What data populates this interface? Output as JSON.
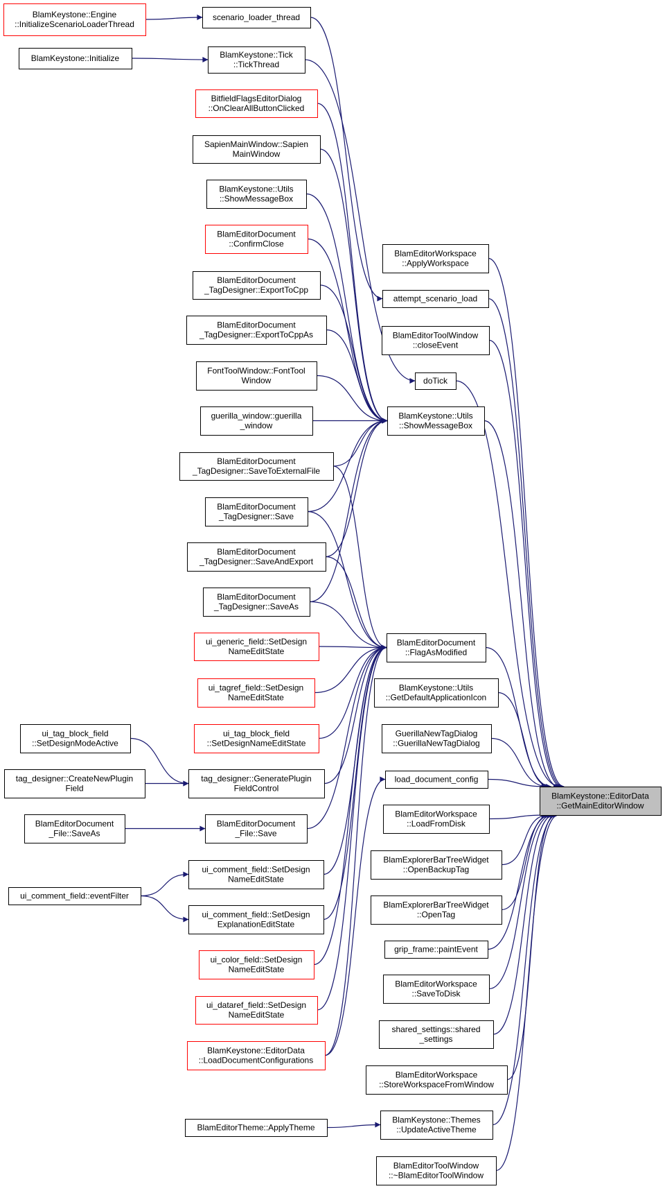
{
  "graph": {
    "focus": "GetMainEditorWindow",
    "colors": {
      "edge": "#191970",
      "normal_border": "#000000",
      "truncated_border": "#ff0000",
      "focus_fill": "#bfbfbf"
    },
    "nodes": [
      {
        "id": "InitializeScenarioLoaderThread",
        "lines": [
          "BlamKeystone::Engine",
          "::InitializeScenarioLoaderThread"
        ],
        "style": "red"
      },
      {
        "id": "scenario_loader_thread",
        "lines": [
          "scenario_loader_thread"
        ],
        "style": "normal"
      },
      {
        "id": "Initialize",
        "lines": [
          "BlamKeystone::Initialize"
        ],
        "style": "normal"
      },
      {
        "id": "TickThread",
        "lines": [
          "BlamKeystone::Tick",
          "::TickThread"
        ],
        "style": "normal"
      },
      {
        "id": "OnClearAllButtonClicked",
        "lines": [
          "BitfieldFlagsEditorDialog",
          "::OnClearAllButtonClicked"
        ],
        "style": "red"
      },
      {
        "id": "SapienMainWindow",
        "lines": [
          "SapienMainWindow::Sapien",
          "MainWindow"
        ],
        "style": "normal"
      },
      {
        "id": "ShowMessageBox_L",
        "lines": [
          "BlamKeystone::Utils",
          "::ShowMessageBox"
        ],
        "style": "normal"
      },
      {
        "id": "ConfirmClose",
        "lines": [
          "BlamEditorDocument",
          "::ConfirmClose"
        ],
        "style": "red"
      },
      {
        "id": "ExportToCpp",
        "lines": [
          "BlamEditorDocument",
          "_TagDesigner::ExportToCpp"
        ],
        "style": "normal"
      },
      {
        "id": "ExportToCppAs",
        "lines": [
          "BlamEditorDocument",
          "_TagDesigner::ExportToCppAs"
        ],
        "style": "normal"
      },
      {
        "id": "FontToolWindow",
        "lines": [
          "FontToolWindow::FontTool",
          "Window"
        ],
        "style": "normal"
      },
      {
        "id": "guerilla_window",
        "lines": [
          "guerilla_window::guerilla",
          "_window"
        ],
        "style": "normal"
      },
      {
        "id": "SaveToExternalFile",
        "lines": [
          "BlamEditorDocument",
          "_TagDesigner::SaveToExternalFile"
        ],
        "style": "normal"
      },
      {
        "id": "TD_Save",
        "lines": [
          "BlamEditorDocument",
          "_TagDesigner::Save"
        ],
        "style": "normal"
      },
      {
        "id": "SaveAndExport",
        "lines": [
          "BlamEditorDocument",
          "_TagDesigner::SaveAndExport"
        ],
        "style": "normal"
      },
      {
        "id": "TD_SaveAs",
        "lines": [
          "BlamEditorDocument",
          "_TagDesigner::SaveAs"
        ],
        "style": "normal"
      },
      {
        "id": "generic_SetDesignName",
        "lines": [
          "ui_generic_field::SetDesign",
          "NameEditState"
        ],
        "style": "red"
      },
      {
        "id": "tagref_SetDesignName",
        "lines": [
          "ui_tagref_field::SetDesign",
          "NameEditState"
        ],
        "style": "red"
      },
      {
        "id": "tagblock_SetDesignName",
        "lines": [
          "ui_tag_block_field",
          "::SetDesignNameEditState"
        ],
        "style": "red"
      },
      {
        "id": "SetDesignModeActive",
        "lines": [
          "ui_tag_block_field",
          "::SetDesignModeActive"
        ],
        "style": "normal"
      },
      {
        "id": "CreateNewPluginField",
        "lines": [
          "tag_designer::CreateNewPlugin",
          "Field"
        ],
        "style": "normal"
      },
      {
        "id": "GeneratePluginFieldControl",
        "lines": [
          "tag_designer::GeneratePlugin",
          "FieldControl"
        ],
        "style": "normal"
      },
      {
        "id": "File_SaveAs",
        "lines": [
          "BlamEditorDocument",
          "_File::SaveAs"
        ],
        "style": "normal"
      },
      {
        "id": "File_Save",
        "lines": [
          "BlamEditorDocument",
          "_File::Save"
        ],
        "style": "normal"
      },
      {
        "id": "eventFilter",
        "lines": [
          "ui_comment_field::eventFilter"
        ],
        "style": "normal"
      },
      {
        "id": "comment_SetDesignName",
        "lines": [
          "ui_comment_field::SetDesign",
          "NameEditState"
        ],
        "style": "normal"
      },
      {
        "id": "comment_SetDesignExpl",
        "lines": [
          "ui_comment_field::SetDesign",
          "ExplanationEditState"
        ],
        "style": "normal"
      },
      {
        "id": "color_SetDesignName",
        "lines": [
          "ui_color_field::SetDesign",
          "NameEditState"
        ],
        "style": "red"
      },
      {
        "id": "dataref_SetDesignName",
        "lines": [
          "ui_dataref_field::SetDesign",
          "NameEditState"
        ],
        "style": "red"
      },
      {
        "id": "LoadDocumentConfigurations",
        "lines": [
          "BlamKeystone::EditorData",
          "::LoadDocumentConfigurations"
        ],
        "style": "red"
      },
      {
        "id": "ApplyTheme",
        "lines": [
          "BlamEditorTheme::ApplyTheme"
        ],
        "style": "normal"
      },
      {
        "id": "ApplyWorkspace",
        "lines": [
          "BlamEditorWorkspace",
          "::ApplyWorkspace"
        ],
        "style": "normal"
      },
      {
        "id": "attempt_scenario_load",
        "lines": [
          "attempt_scenario_load"
        ],
        "style": "normal"
      },
      {
        "id": "closeEvent",
        "lines": [
          "BlamEditorToolWindow",
          "::closeEvent"
        ],
        "style": "normal"
      },
      {
        "id": "doTick",
        "lines": [
          "doTick"
        ],
        "style": "normal"
      },
      {
        "id": "ShowMessageBox_M",
        "lines": [
          "BlamKeystone::Utils",
          "::ShowMessageBox"
        ],
        "style": "normal"
      },
      {
        "id": "FlagAsModified",
        "lines": [
          "BlamEditorDocument",
          "::FlagAsModified"
        ],
        "style": "normal"
      },
      {
        "id": "GetDefaultApplicationIcon",
        "lines": [
          "BlamKeystone::Utils",
          "::GetDefaultApplicationIcon"
        ],
        "style": "normal"
      },
      {
        "id": "GuerillaNewTagDialog",
        "lines": [
          "GuerillaNewTagDialog",
          "::GuerillaNewTagDialog"
        ],
        "style": "normal"
      },
      {
        "id": "load_document_config",
        "lines": [
          "load_document_config"
        ],
        "style": "normal"
      },
      {
        "id": "LoadFromDisk",
        "lines": [
          "BlamEditorWorkspace",
          "::LoadFromDisk"
        ],
        "style": "normal"
      },
      {
        "id": "OpenBackupTag",
        "lines": [
          "BlamExplorerBarTreeWidget",
          "::OpenBackupTag"
        ],
        "style": "normal"
      },
      {
        "id": "OpenTag",
        "lines": [
          "BlamExplorerBarTreeWidget",
          "::OpenTag"
        ],
        "style": "normal"
      },
      {
        "id": "paintEvent",
        "lines": [
          "grip_frame::paintEvent"
        ],
        "style": "normal"
      },
      {
        "id": "SaveToDisk",
        "lines": [
          "BlamEditorWorkspace",
          "::SaveToDisk"
        ],
        "style": "normal"
      },
      {
        "id": "shared_settings",
        "lines": [
          "shared_settings::shared",
          "_settings"
        ],
        "style": "normal"
      },
      {
        "id": "StoreWorkspaceFromWindow",
        "lines": [
          "BlamEditorWorkspace",
          "::StoreWorkspaceFromWindow"
        ],
        "style": "normal"
      },
      {
        "id": "UpdateActiveTheme",
        "lines": [
          "BlamKeystone::Themes",
          "::UpdateActiveTheme"
        ],
        "style": "normal"
      },
      {
        "id": "ToolWindowDtor",
        "lines": [
          "BlamEditorToolWindow",
          "::~BlamEditorToolWindow"
        ],
        "style": "normal"
      },
      {
        "id": "GetMainEditorWindow",
        "lines": [
          "BlamKeystone::EditorData",
          "::GetMainEditorWindow"
        ],
        "style": "focus"
      }
    ],
    "edges": [
      [
        "InitializeScenarioLoaderThread",
        "scenario_loader_thread"
      ],
      [
        "Initialize",
        "TickThread"
      ],
      [
        "scenario_loader_thread",
        "attempt_scenario_load"
      ],
      [
        "TickThread",
        "doTick"
      ],
      [
        "OnClearAllButtonClicked",
        "ShowMessageBox_M"
      ],
      [
        "SapienMainWindow",
        "ShowMessageBox_M"
      ],
      [
        "ShowMessageBox_L",
        "ShowMessageBox_M"
      ],
      [
        "ConfirmClose",
        "ShowMessageBox_M"
      ],
      [
        "ExportToCpp",
        "ShowMessageBox_M"
      ],
      [
        "ExportToCppAs",
        "ShowMessageBox_M"
      ],
      [
        "FontToolWindow",
        "ShowMessageBox_M"
      ],
      [
        "guerilla_window",
        "ShowMessageBox_M"
      ],
      [
        "SaveToExternalFile",
        "ShowMessageBox_M"
      ],
      [
        "TD_Save",
        "ShowMessageBox_M"
      ],
      [
        "SaveAndExport",
        "ShowMessageBox_M"
      ],
      [
        "TD_SaveAs",
        "ShowMessageBox_M"
      ],
      [
        "SaveToExternalFile",
        "FlagAsModified"
      ],
      [
        "TD_Save",
        "FlagAsModified"
      ],
      [
        "SaveAndExport",
        "FlagAsModified"
      ],
      [
        "TD_SaveAs",
        "FlagAsModified"
      ],
      [
        "generic_SetDesignName",
        "FlagAsModified"
      ],
      [
        "tagref_SetDesignName",
        "FlagAsModified"
      ],
      [
        "tagblock_SetDesignName",
        "FlagAsModified"
      ],
      [
        "GeneratePluginFieldControl",
        "FlagAsModified"
      ],
      [
        "File_Save",
        "FlagAsModified"
      ],
      [
        "comment_SetDesignName",
        "FlagAsModified"
      ],
      [
        "comment_SetDesignExpl",
        "FlagAsModified"
      ],
      [
        "color_SetDesignName",
        "FlagAsModified"
      ],
      [
        "dataref_SetDesignName",
        "FlagAsModified"
      ],
      [
        "LoadDocumentConfigurations",
        "FlagAsModified"
      ],
      [
        "SetDesignModeActive",
        "GeneratePluginFieldControl"
      ],
      [
        "CreateNewPluginField",
        "GeneratePluginFieldControl"
      ],
      [
        "File_SaveAs",
        "File_Save"
      ],
      [
        "eventFilter",
        "comment_SetDesignName"
      ],
      [
        "eventFilter",
        "comment_SetDesignExpl"
      ],
      [
        "LoadDocumentConfigurations",
        "load_document_config"
      ],
      [
        "ApplyTheme",
        "UpdateActiveTheme"
      ],
      [
        "ApplyWorkspace",
        "GetMainEditorWindow"
      ],
      [
        "attempt_scenario_load",
        "GetMainEditorWindow"
      ],
      [
        "closeEvent",
        "GetMainEditorWindow"
      ],
      [
        "doTick",
        "GetMainEditorWindow"
      ],
      [
        "ShowMessageBox_M",
        "GetMainEditorWindow"
      ],
      [
        "FlagAsModified",
        "GetMainEditorWindow"
      ],
      [
        "GetDefaultApplicationIcon",
        "GetMainEditorWindow"
      ],
      [
        "GuerillaNewTagDialog",
        "GetMainEditorWindow"
      ],
      [
        "load_document_config",
        "GetMainEditorWindow"
      ],
      [
        "LoadFromDisk",
        "GetMainEditorWindow"
      ],
      [
        "OpenBackupTag",
        "GetMainEditorWindow"
      ],
      [
        "OpenTag",
        "GetMainEditorWindow"
      ],
      [
        "paintEvent",
        "GetMainEditorWindow"
      ],
      [
        "SaveToDisk",
        "GetMainEditorWindow"
      ],
      [
        "shared_settings",
        "GetMainEditorWindow"
      ],
      [
        "StoreWorkspaceFromWindow",
        "GetMainEditorWindow"
      ],
      [
        "UpdateActiveTheme",
        "GetMainEditorWindow"
      ],
      [
        "ToolWindowDtor",
        "GetMainEditorWindow"
      ]
    ]
  }
}
